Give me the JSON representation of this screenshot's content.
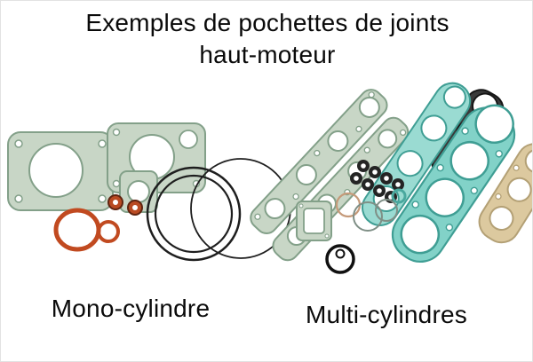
{
  "title": {
    "line1": "Exemples de pochettes de joints",
    "line2": "haut-moteur"
  },
  "captions": {
    "mono": "Mono-cylindre",
    "multi": "Multi-cylindres"
  },
  "colors": {
    "gasket_green": "#c8d6c6",
    "gasket_green_edge": "#83a089",
    "gasket_teal": "#82d2c8",
    "gasket_teal_edge": "#3f9e94",
    "oring_orange": "#c14a20",
    "rubber_black": "#1c1c1c",
    "gasket_tan": "#dcc99f",
    "gasket_tan_edge": "#b3a075",
    "background": "#ffffff",
    "text": "#0a0a0a"
  }
}
